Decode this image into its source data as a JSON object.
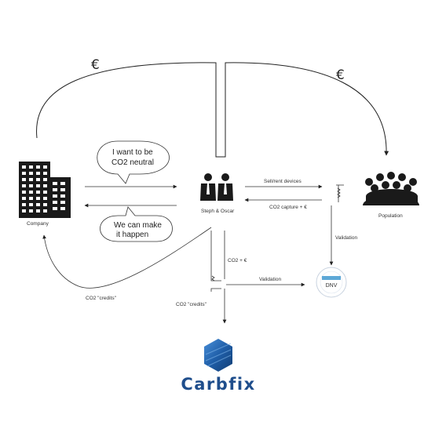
{
  "euro_symbol_left": "€",
  "euro_symbol_right": "€",
  "company": {
    "label": "Company"
  },
  "center": {
    "label": "Steph & Oscar"
  },
  "population": {
    "label": "Population"
  },
  "bubble_top": {
    "line1": "I want to be",
    "line2": "CO2 neutral"
  },
  "bubble_bottom": {
    "line1": "We can make",
    "line2": "it happen"
  },
  "arrows": {
    "sell_rent": "Sell/rent devices",
    "co2_capture": "CO2 capture + €",
    "validation_right": "Validation",
    "co2_euro": "CO2 + €",
    "validation_middle": "Validation",
    "co2_credits_bottom": "CO2 \"credits\"",
    "co2_credits_left": "CO2 \"credits\""
  },
  "dnv": {
    "label": "DNV"
  },
  "carbfix": {
    "wordmark": "Carbfix",
    "accent_color": "#1f5ea8"
  }
}
